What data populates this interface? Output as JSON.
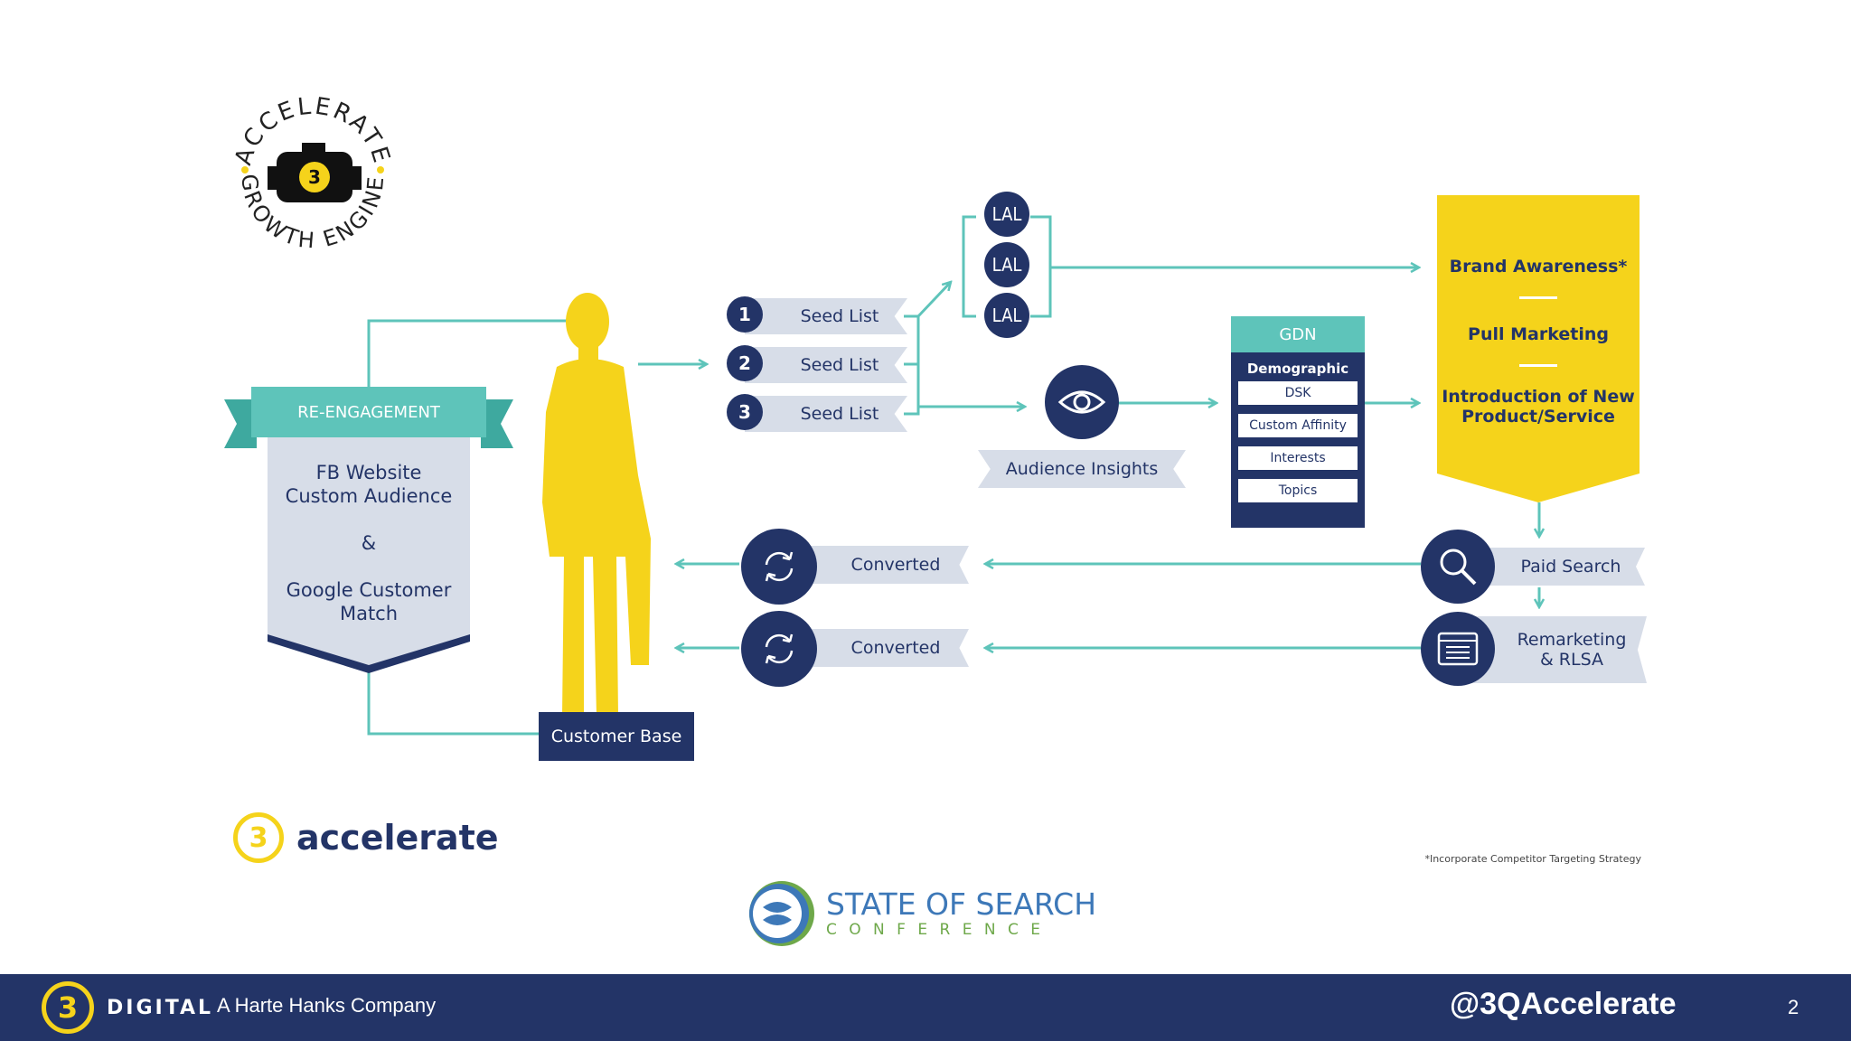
{
  "engine_badge": {
    "top_text": "ACCELERATE",
    "bottom_text": "GROWTH ENGINE",
    "badge_char": "3"
  },
  "reengagement": {
    "banner": "RE-ENGAGEMENT",
    "line1": "FB Website",
    "line2": "Custom Audience",
    "amp": "&",
    "line3": "Google Customer",
    "line4": "Match"
  },
  "customer_base": "Customer Base",
  "seed_lists": [
    {
      "num": "1",
      "label": "Seed List"
    },
    {
      "num": "2",
      "label": "Seed List"
    },
    {
      "num": "3",
      "label": "Seed List"
    }
  ],
  "lal": [
    "LAL",
    "LAL",
    "LAL"
  ],
  "audience_insights": "Audience Insights",
  "gdn": {
    "header": "GDN",
    "sub": "Demographic",
    "items": [
      "DSK",
      "Custom Affinity",
      "Interests",
      "Topics"
    ]
  },
  "goals": {
    "item1": "Brand Awareness*",
    "item2": "Pull Marketing",
    "item3_line1": "Introduction of New",
    "item3_line2": "Product/Service"
  },
  "paid_search": "Paid Search",
  "remarketing": {
    "line1": "Remarketing",
    "line2": "& RLSA"
  },
  "converted": [
    "Converted",
    "Converted"
  ],
  "footnote": "*Incorporate Competitor Targeting Strategy",
  "accelerate_logo": {
    "mark": "3",
    "word": "accelerate"
  },
  "sos_logo": {
    "line1": "STATE OF SEARCH",
    "line2": "C O N F E R E N C E"
  },
  "footer": {
    "logo_mark": "3",
    "logo_word": "DIGITAL",
    "company": "A Harte Hanks Company",
    "handle": "@3QAccelerate",
    "page": "2"
  },
  "colors": {
    "navy": "#233467",
    "teal": "#5ec4ba",
    "yellow": "#f5d31b",
    "ribbon": "#d7dde8"
  }
}
